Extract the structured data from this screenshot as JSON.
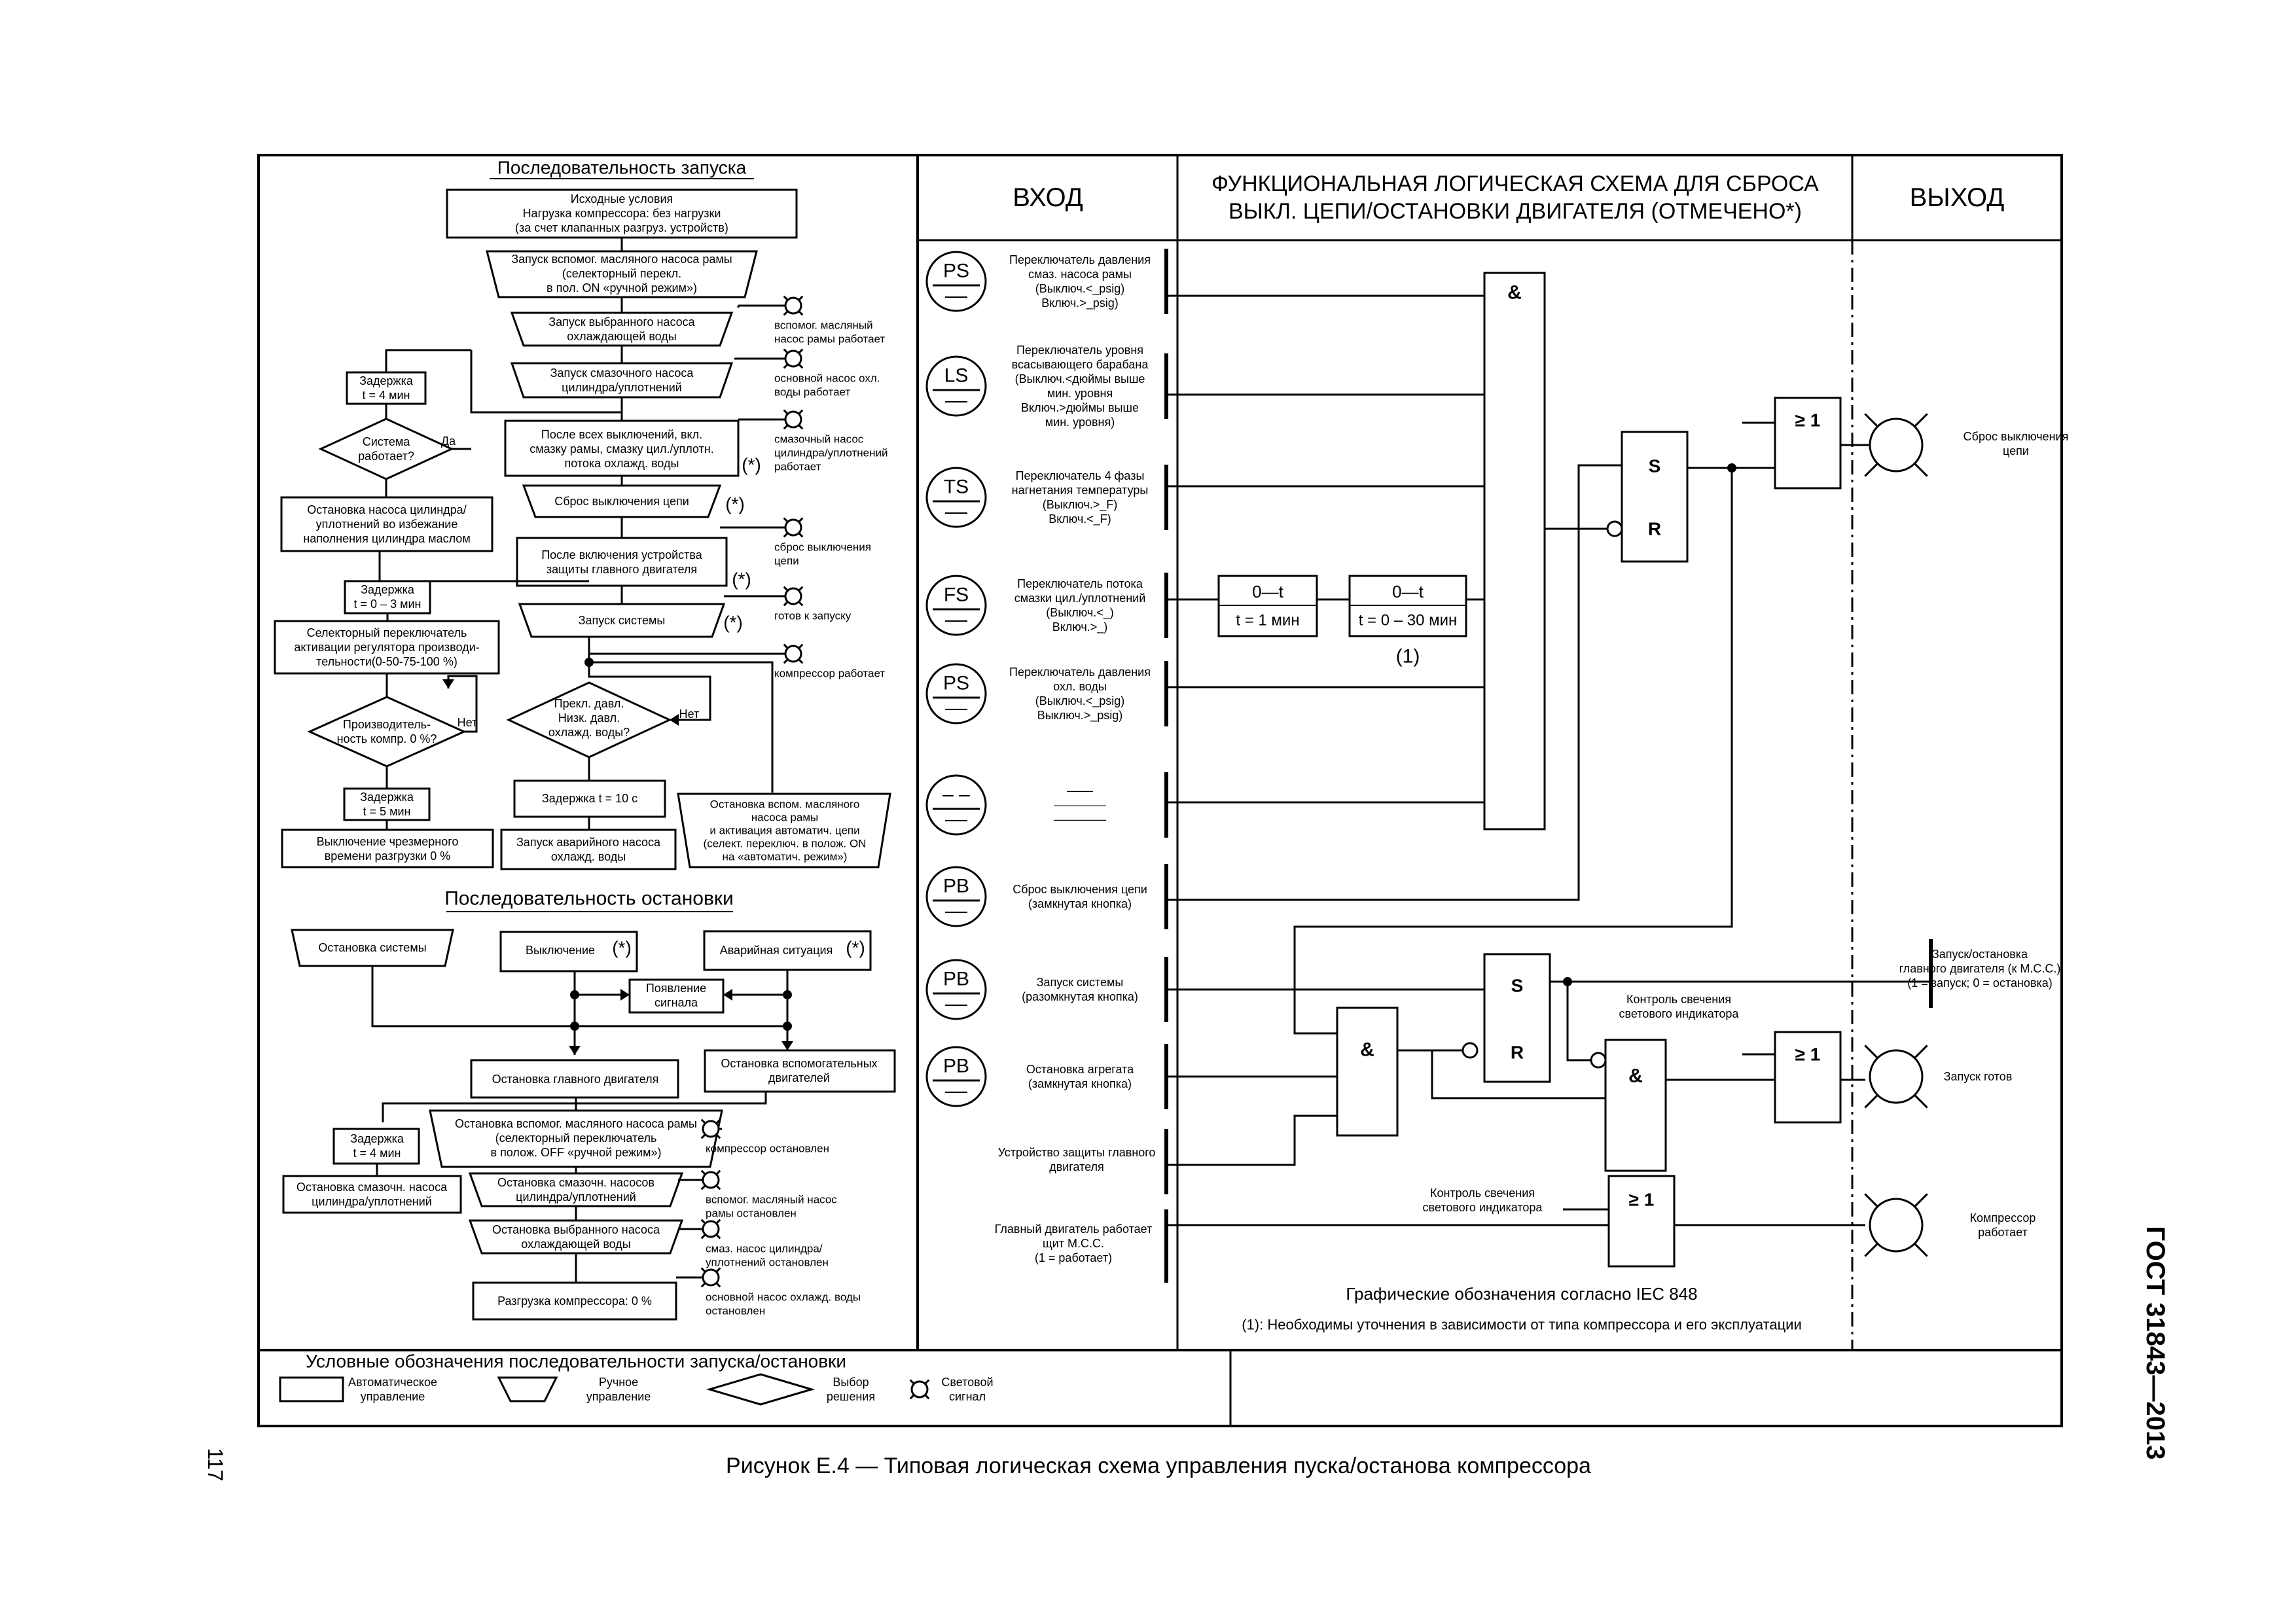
{
  "start_sequence": {
    "title": "Последовательность запуска",
    "initial": [
      "Исходные условия",
      "Нагрузка компрессора: без нагрузки",
      "(за счет клапанных разгруз. устройств)"
    ],
    "aux_oil_pump_start": [
      "Запуск вспомог. масляного насоса рамы",
      "(селекторный перекл.",
      "в пол. ON «ручной режим»)"
    ],
    "cooling_pump_start": [
      "Запуск выбранного насоса",
      "охлаждающей воды"
    ],
    "cyl_pump_start": [
      "Запуск смазочного насоса",
      "цилиндра/уплотнений"
    ],
    "after_all_off": [
      "После всех выключений, вкл.",
      "смазку рамы, смазку цил./уплотн.",
      "потока  охлажд. воды"
    ],
    "circuit_reset": "Сброс выключения цепи",
    "after_protection": [
      "После включения устройства",
      "защиты главного двигателя"
    ],
    "system_start": "Запуск системы",
    "delay4": [
      "Задержка",
      "t = 4 мин"
    ],
    "system_works_q": [
      "Система",
      "работает?"
    ],
    "yes": "Да",
    "no": "Нет",
    "stop_cyl_pump": [
      "Остановка насоса цилиндра/",
      "уплотнений во избежание",
      "наполнения цилиндра маслом"
    ],
    "delay03": [
      "Задержка",
      "t = 0 – 3 мин"
    ],
    "selector": [
      "Селекторный переключатель",
      "активации регулятора производи-",
      "тельности(0-50-75-100 %)"
    ],
    "capacity_q": [
      "Производитель-",
      "ность компр. 0 %?"
    ],
    "pressure_q": [
      "Прекл. давл.",
      "Низк. давл.",
      "охлажд. воды?"
    ],
    "delay5": [
      "Задержка",
      "t = 5 мин"
    ],
    "delay10": "Задержка t = 10 с",
    "aux_stop": [
      "Остановка вспом. масляного",
      "насоса рамы",
      "и активация автоматич. цепи",
      "(селект. переключ. в полож. ON",
      "на «автоматич. режим»)"
    ],
    "unload_off": [
      "Выключение чрезмерного",
      "времени разгрузки 0 %"
    ],
    "emergency_pump": [
      "Запуск аварийного насоса",
      "охлажд. воды"
    ],
    "star": "(*)",
    "signals": [
      [
        "вспомог. масляный",
        "насос рамы работает"
      ],
      [
        "основной насос охл.",
        "воды работает"
      ],
      [
        "смазочный насос",
        "цилиндра/уплотнений",
        "работает"
      ],
      [
        "сброс выключения",
        "цепи"
      ],
      [
        "готов к запуску"
      ],
      [
        "компрессор работает"
      ]
    ]
  },
  "stop_sequence": {
    "title": "Последовательность остановки",
    "system_stop": "Остановка системы",
    "shutdown": "Выключение",
    "emergency": "Аварийная ситуация",
    "signal_appear": [
      "Появление",
      "сигнала"
    ],
    "main_motor_stop": "Остановка главного двигателя",
    "aux_motors_stop": [
      "Остановка вспомогательных",
      "двигателей"
    ],
    "delay4": [
      "Задержка",
      "t = 4 мин"
    ],
    "aux_oil_stop": [
      "Остановка вспомог. масляного насоса рамы",
      "(селекторный переключатель",
      "в полож. OFF «ручной режим»)"
    ],
    "cyl_pump_stop": [
      "Остановка смазочн. насоса",
      "цилиндра/уплотнений"
    ],
    "cyl_pumps_stop": [
      "Остановка смазочн. насосов",
      "цилиндра/уплотнений"
    ],
    "cooling_stop": [
      "Остановка выбранного насоса",
      "охлаждающей воды"
    ],
    "unload": "Разгрузка компрессора: 0 %",
    "signals": [
      [
        "компрессор остановлен"
      ],
      [
        "вспомог. масляный насос",
        "рамы остановлен"
      ],
      [
        "смаз. насос цилиндра/",
        "уплотнений остановлен"
      ],
      [
        "основной насос охлажд. воды",
        "остановлен"
      ]
    ]
  },
  "headers": {
    "input": "ВХОД",
    "logic": [
      "ФУНКЦИОНАЛЬНАЯ ЛОГИЧЕСКАЯ СХЕМА ДЛЯ СБРОСА",
      "ВЫКЛ. ЦЕПИ/ОСТАНОВКИ ДВИГАТЕЛЯ (ОТМЕЧЕНО*)"
    ],
    "output": "ВЫХОД"
  },
  "inputs": [
    {
      "code": "PS",
      "text": [
        "Переключатель давления",
        "смаз. насоса рамы",
        "(Выключ.<_psig)",
        "Включ.>_psig)"
      ]
    },
    {
      "code": "LS",
      "text": [
        "Переключатель уровня",
        "всасывающего барабана",
        "(Выключ.<дюймы выше",
        "мин. уровня",
        "Включ.>дюймы выше",
        "мин. уровня)"
      ]
    },
    {
      "code": "TS",
      "text": [
        "Переключатель 4 фазы",
        "нагнетания температуры",
        "(Выключ.>_F)",
        "Включ.<_F)"
      ]
    },
    {
      "code": "FS",
      "text": [
        "Переключатель потока",
        "смазки цил./уплотнений",
        "(Выключ.<_)",
        "Включ.>_)"
      ]
    },
    {
      "code": "PS",
      "text": [
        "Переключатель давления",
        "охл. воды",
        "(Выключ.<_psig)",
        "Выключ.>_psig)"
      ]
    },
    {
      "code": "– –",
      "text": [
        "––––",
        "––––––––",
        "––––––––"
      ]
    },
    {
      "code": "PB",
      "text": [
        "Сброс выключения цепи",
        "(замкнутая кнопка)"
      ]
    },
    {
      "code": "PB",
      "text": [
        "Запуск системы",
        "(разомкнутая кнопка)"
      ]
    },
    {
      "code": "PB",
      "text": [
        "Остановка агрегата",
        "(замкнутая кнопка)"
      ]
    }
  ],
  "extra_inputs": {
    "protection": [
      "Устройство защиты главного",
      "двигателя"
    ],
    "main_running": [
      "Главный двигатель работает",
      "щит М.С.С.",
      "(1 = работает)"
    ]
  },
  "logic": {
    "and": "&",
    "or": "≥ 1",
    "s": "S",
    "r": "R",
    "timer1_top": "0—t",
    "timer1_bottom": "t = 1 мин",
    "timer2_top": "0—t",
    "timer2_bottom": "t = 0 – 30 мин",
    "note_ref": "(1)",
    "light_control": [
      "Контроль свечения",
      "светового индикатора"
    ],
    "light_control2": [
      "Контроль свечения",
      "светового индикатора"
    ],
    "iec": "Графические обозначения согласно IEC 848",
    "note": "(1): Необходимы уточнения в зависимости от типа компрессора и его эксплуатации"
  },
  "outputs": {
    "reset": [
      "Сброс выключения",
      "цепи"
    ],
    "main_start": [
      "Запуск/остановка",
      "главного двигателя (к М.С.С.)",
      "(1 = запуск; 0 = остановка)"
    ],
    "ready": "Запуск готов",
    "running": [
      "Компрессор",
      "работает"
    ]
  },
  "legend": {
    "title": "Условные обозначения последовательности запуска/остановки",
    "auto": [
      "Автоматическое",
      "управление"
    ],
    "manual": [
      "Ручное",
      "управление"
    ],
    "decision": [
      "Выбор",
      "решения"
    ],
    "light": [
      "Световой",
      "сигнал"
    ]
  },
  "page": {
    "number": "117",
    "standard": "ГОСТ 31843—2013",
    "caption": "Рисунок Е.4 — Типовая логическая схема управления пуска/останова компрессора"
  }
}
